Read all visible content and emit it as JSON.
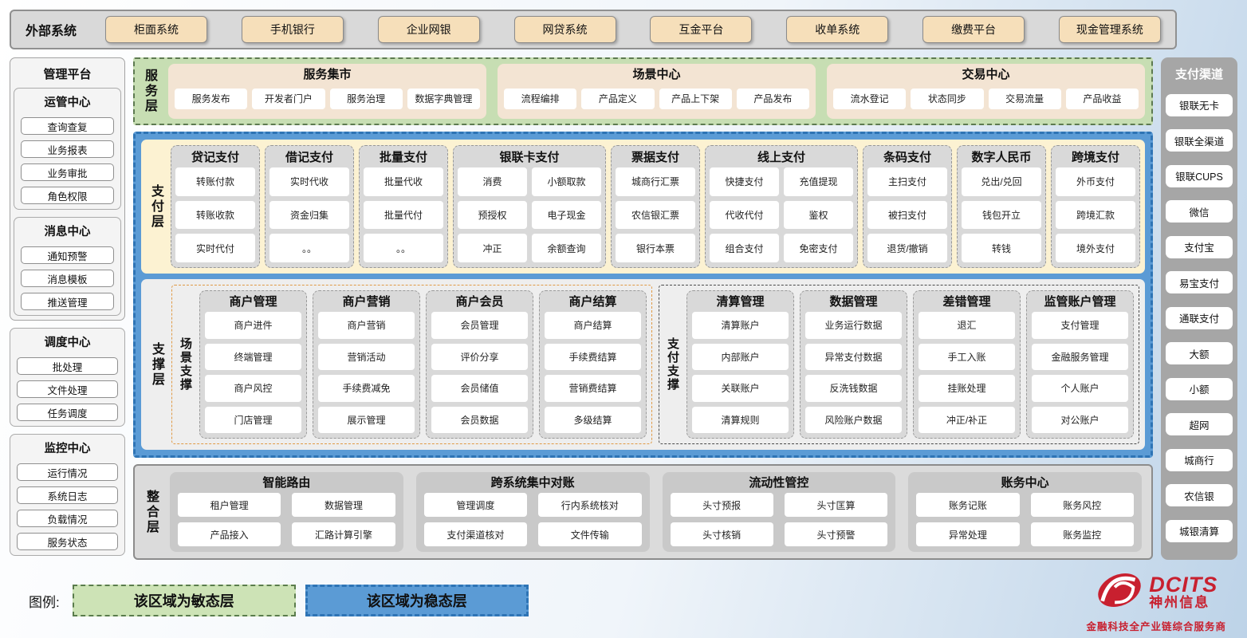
{
  "top_bar": {
    "label": "外部系统",
    "systems": [
      "柜面系统",
      "手机银行",
      "企业网银",
      "网贷系统",
      "互金平台",
      "收单系统",
      "缴费平台",
      "现金管理系统"
    ]
  },
  "left_sidebar": {
    "title": "管理平台",
    "top_sections": [
      {
        "title": "运管中心",
        "items": [
          "查询查复",
          "业务报表",
          "业务审批",
          "角色权限"
        ]
      },
      {
        "title": "消息中心",
        "items": [
          "通知预警",
          "消息模板",
          "推送管理"
        ]
      }
    ],
    "bottom_sections": [
      {
        "title": "调度中心",
        "items": [
          "批处理",
          "文件处理",
          "任务调度"
        ]
      },
      {
        "title": "监控中心",
        "items": [
          "运行情况",
          "系统日志",
          "负载情况",
          "服务状态"
        ]
      }
    ]
  },
  "service_layer": {
    "label": "服务层",
    "groups": [
      {
        "title": "服务集市",
        "items": [
          "服务发布",
          "开发者门户",
          "服务治理",
          "数据字典管理"
        ]
      },
      {
        "title": "场景中心",
        "items": [
          "流程编排",
          "产品定义",
          "产品上下架",
          "产品发布"
        ]
      },
      {
        "title": "交易中心",
        "items": [
          "流水登记",
          "状态同步",
          "交易流量",
          "产品收益"
        ]
      }
    ]
  },
  "payment_layer": {
    "label": "支付层",
    "columns": [
      {
        "title": "贷记支付",
        "cls": "pay-col",
        "items": [
          "转账付款",
          "转账收款",
          "实时代付"
        ]
      },
      {
        "title": "借记支付",
        "cls": "pay-col",
        "items": [
          "实时代收",
          "资金归集",
          "。。"
        ]
      },
      {
        "title": "批量支付",
        "cls": "pay-col",
        "items": [
          "批量代收",
          "批量代付",
          "。。"
        ]
      },
      {
        "title": "银联卡支付",
        "cls": "pay-col wide",
        "items": [
          "消费",
          "小额取款",
          "预授权",
          "电子现金",
          "冲正",
          "余额查询"
        ]
      },
      {
        "title": "票据支付",
        "cls": "pay-col",
        "items": [
          "城商行汇票",
          "农信银汇票",
          "银行本票"
        ]
      },
      {
        "title": "线上支付",
        "cls": "pay-col wide",
        "items": [
          "快捷支付",
          "充值提现",
          "代收代付",
          "鉴权",
          "组合支付",
          "免密支付"
        ]
      },
      {
        "title": "条码支付",
        "cls": "pay-col",
        "items": [
          "主扫支付",
          "被扫支付",
          "退货/撤销"
        ]
      },
      {
        "title": "数字人民币",
        "cls": "pay-col",
        "items": [
          "兑出/兑回",
          "钱包开立",
          "转钱"
        ]
      },
      {
        "title": "跨境支付",
        "cls": "pay-col",
        "items": [
          "外币支付",
          "跨境汇款",
          "境外支付"
        ]
      }
    ]
  },
  "support_layer": {
    "label": "支撑层",
    "groups": [
      {
        "label": "场景支撑",
        "cls": "support-group scene",
        "columns": [
          {
            "title": "商户管理",
            "items": [
              "商户进件",
              "终端管理",
              "商户风控",
              "门店管理"
            ]
          },
          {
            "title": "商户营销",
            "items": [
              "商户营销",
              "营销活动",
              "手续费减免",
              "展示管理"
            ]
          },
          {
            "title": "商户会员",
            "items": [
              "会员管理",
              "评价分享",
              "会员储值",
              "会员数据"
            ]
          },
          {
            "title": "商户结算",
            "items": [
              "商户结算",
              "手续费结算",
              "营销费结算",
              "多级结算"
            ]
          }
        ]
      },
      {
        "label": "支付支撑",
        "cls": "support-group pay",
        "columns": [
          {
            "title": "清算管理",
            "items": [
              "清算账户",
              "内部账户",
              "关联账户",
              "清算规则"
            ]
          },
          {
            "title": "数据管理",
            "items": [
              "业务运行数据",
              "异常支付数据",
              "反洗钱数据",
              "风险账户数据"
            ]
          },
          {
            "title": "差错管理",
            "items": [
              "退汇",
              "手工入账",
              "挂账处理",
              "冲正/补正"
            ]
          },
          {
            "title": "监管账户管理",
            "items": [
              "支付管理",
              "金融服务管理",
              "个人账户",
              "对公账户"
            ]
          }
        ]
      }
    ]
  },
  "integration_layer": {
    "label": "整合层",
    "groups": [
      {
        "title": "智能路由",
        "items": [
          "租户管理",
          "数据管理",
          "产品接入",
          "汇路计算引擎"
        ]
      },
      {
        "title": "跨系统集中对账",
        "items": [
          "管理调度",
          "行内系统核对",
          "支付渠道核对",
          "文件传输"
        ]
      },
      {
        "title": "流动性管控",
        "items": [
          "头寸预报",
          "头寸匡算",
          "头寸核销",
          "头寸预警"
        ]
      },
      {
        "title": "账务中心",
        "items": [
          "账务记账",
          "账务风控",
          "异常处理",
          "账务监控"
        ]
      }
    ]
  },
  "right_sidebar": {
    "title": "支付渠道",
    "items": [
      "银联无卡",
      "银联全渠道",
      "银联CUPS",
      "微信",
      "支付宝",
      "易宝支付",
      "通联支付",
      "大额",
      "小额",
      "超网",
      "城商行",
      "农信银",
      "城银清算"
    ]
  },
  "legend": {
    "label": "图例:",
    "items": [
      {
        "text": "该区域为敏态层",
        "cls": "legend-box green"
      },
      {
        "text": "该区域为稳态层",
        "cls": "legend-box blue"
      }
    ]
  },
  "logo": {
    "brand": "DCITS",
    "name": "神州信息",
    "tagline": "金融科技全产业链综合服务商"
  },
  "colors": {
    "agile_green": "#c7deb3",
    "stable_blue": "#5b9bd5",
    "accent_tan": "#f6dfba",
    "panel_gray": "#d9d9d9",
    "brand_red": "#c8202f"
  }
}
